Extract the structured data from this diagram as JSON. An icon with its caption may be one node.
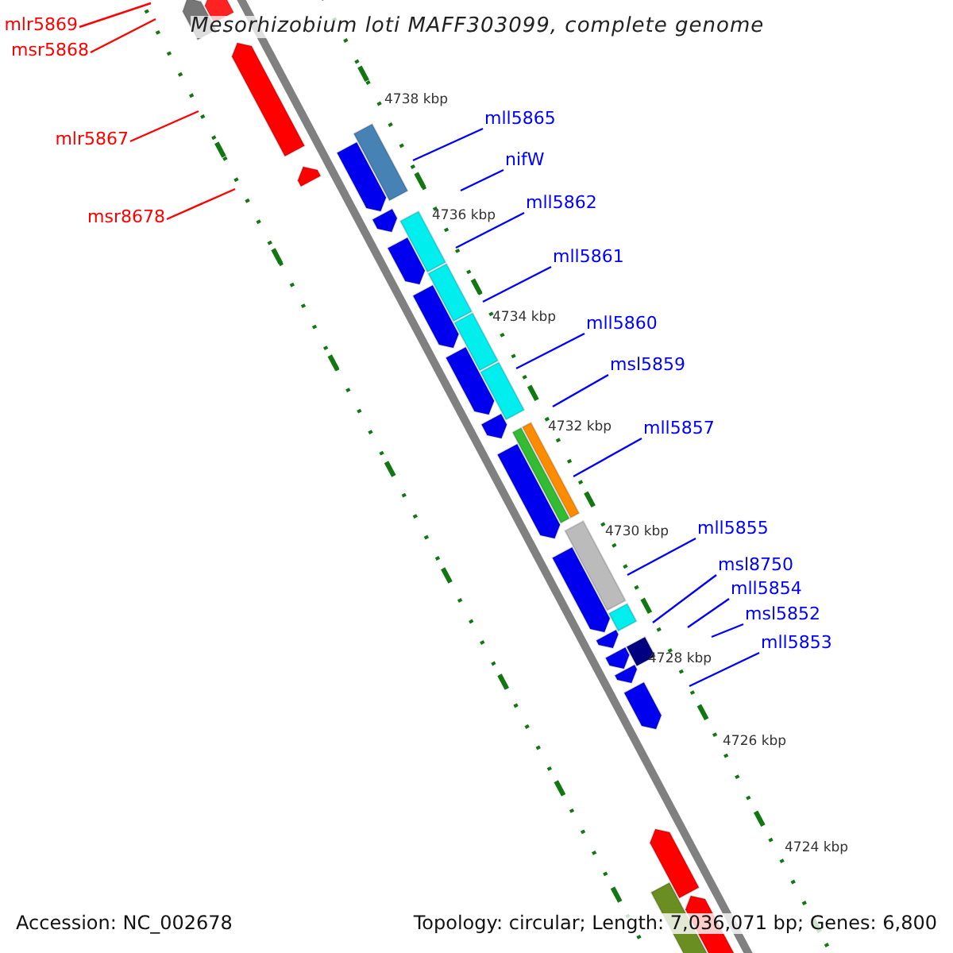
{
  "diagram": {
    "title": "Mesorhizobium loti MAFF303099, complete genome",
    "nodes": [
      {
        "text": [
          "mlr5869"
        ]
      },
      {
        "text": [
          "msr5868"
        ]
      },
      {
        "text": [
          "mll5865"
        ]
      },
      {
        "text": [
          "mlr5867"
        ]
      },
      {
        "text": [
          "nifW"
        ]
      },
      {
        "text": [
          "mll5862"
        ]
      },
      {
        "text": [
          "msr8678"
        ]
      },
      {
        "text": [
          "mll5861"
        ]
      },
      {
        "text": [
          "mll5860"
        ]
      },
      {
        "text": [
          "msl5859"
        ]
      },
      {
        "text": [
          "mll5857"
        ]
      },
      {
        "text": [
          "mll5855"
        ]
      },
      {
        "text": [
          "msl8750"
        ]
      },
      {
        "text": [
          "mll5854"
        ]
      },
      {
        "text": [
          "msl5852"
        ]
      },
      {
        "text": [
          "mll5853"
        ]
      }
    ],
    "edges": [
      {
        "from": 0,
        "to": null,
        "arrow": "none",
        "color": "#ff0000"
      },
      {
        "from": 1,
        "to": null,
        "arrow": "none",
        "color": "#ff0000"
      },
      {
        "from": 2,
        "to": null,
        "arrow": "none"
      },
      {
        "from": 3,
        "to": null,
        "arrow": "none",
        "color": "#ff0000"
      },
      {
        "from": 4,
        "to": null,
        "arrow": "none"
      },
      {
        "from": 5,
        "to": null,
        "arrow": "none"
      },
      {
        "from": 6,
        "to": null,
        "arrow": "none",
        "color": "#ff0000"
      },
      {
        "from": 7,
        "to": null,
        "arrow": "none"
      },
      {
        "from": 8,
        "to": null,
        "arrow": "none"
      },
      {
        "from": 9,
        "to": null,
        "arrow": "none"
      },
      {
        "from": 10,
        "to": null,
        "arrow": "none"
      },
      {
        "from": 11,
        "to": null,
        "arrow": "none"
      },
      {
        "from": 12,
        "to": null,
        "arrow": "none"
      },
      {
        "from": 13,
        "to": null,
        "arrow": "none"
      },
      {
        "from": 14,
        "to": null,
        "arrow": "none"
      },
      {
        "from": 15,
        "to": null,
        "arrow": "none"
      }
    ],
    "labels": [
      "4738 kbp",
      "4736 kbp",
      "4734 kbp",
      "4732 kbp",
      "4730 kbp",
      "4728 kbp",
      "4726 kbp",
      "4724 kbp",
      "Accession: NC_002678",
      "Topology: circular; Length: 7,036,071 bp; Genes: 6,800"
    ]
  }
}
